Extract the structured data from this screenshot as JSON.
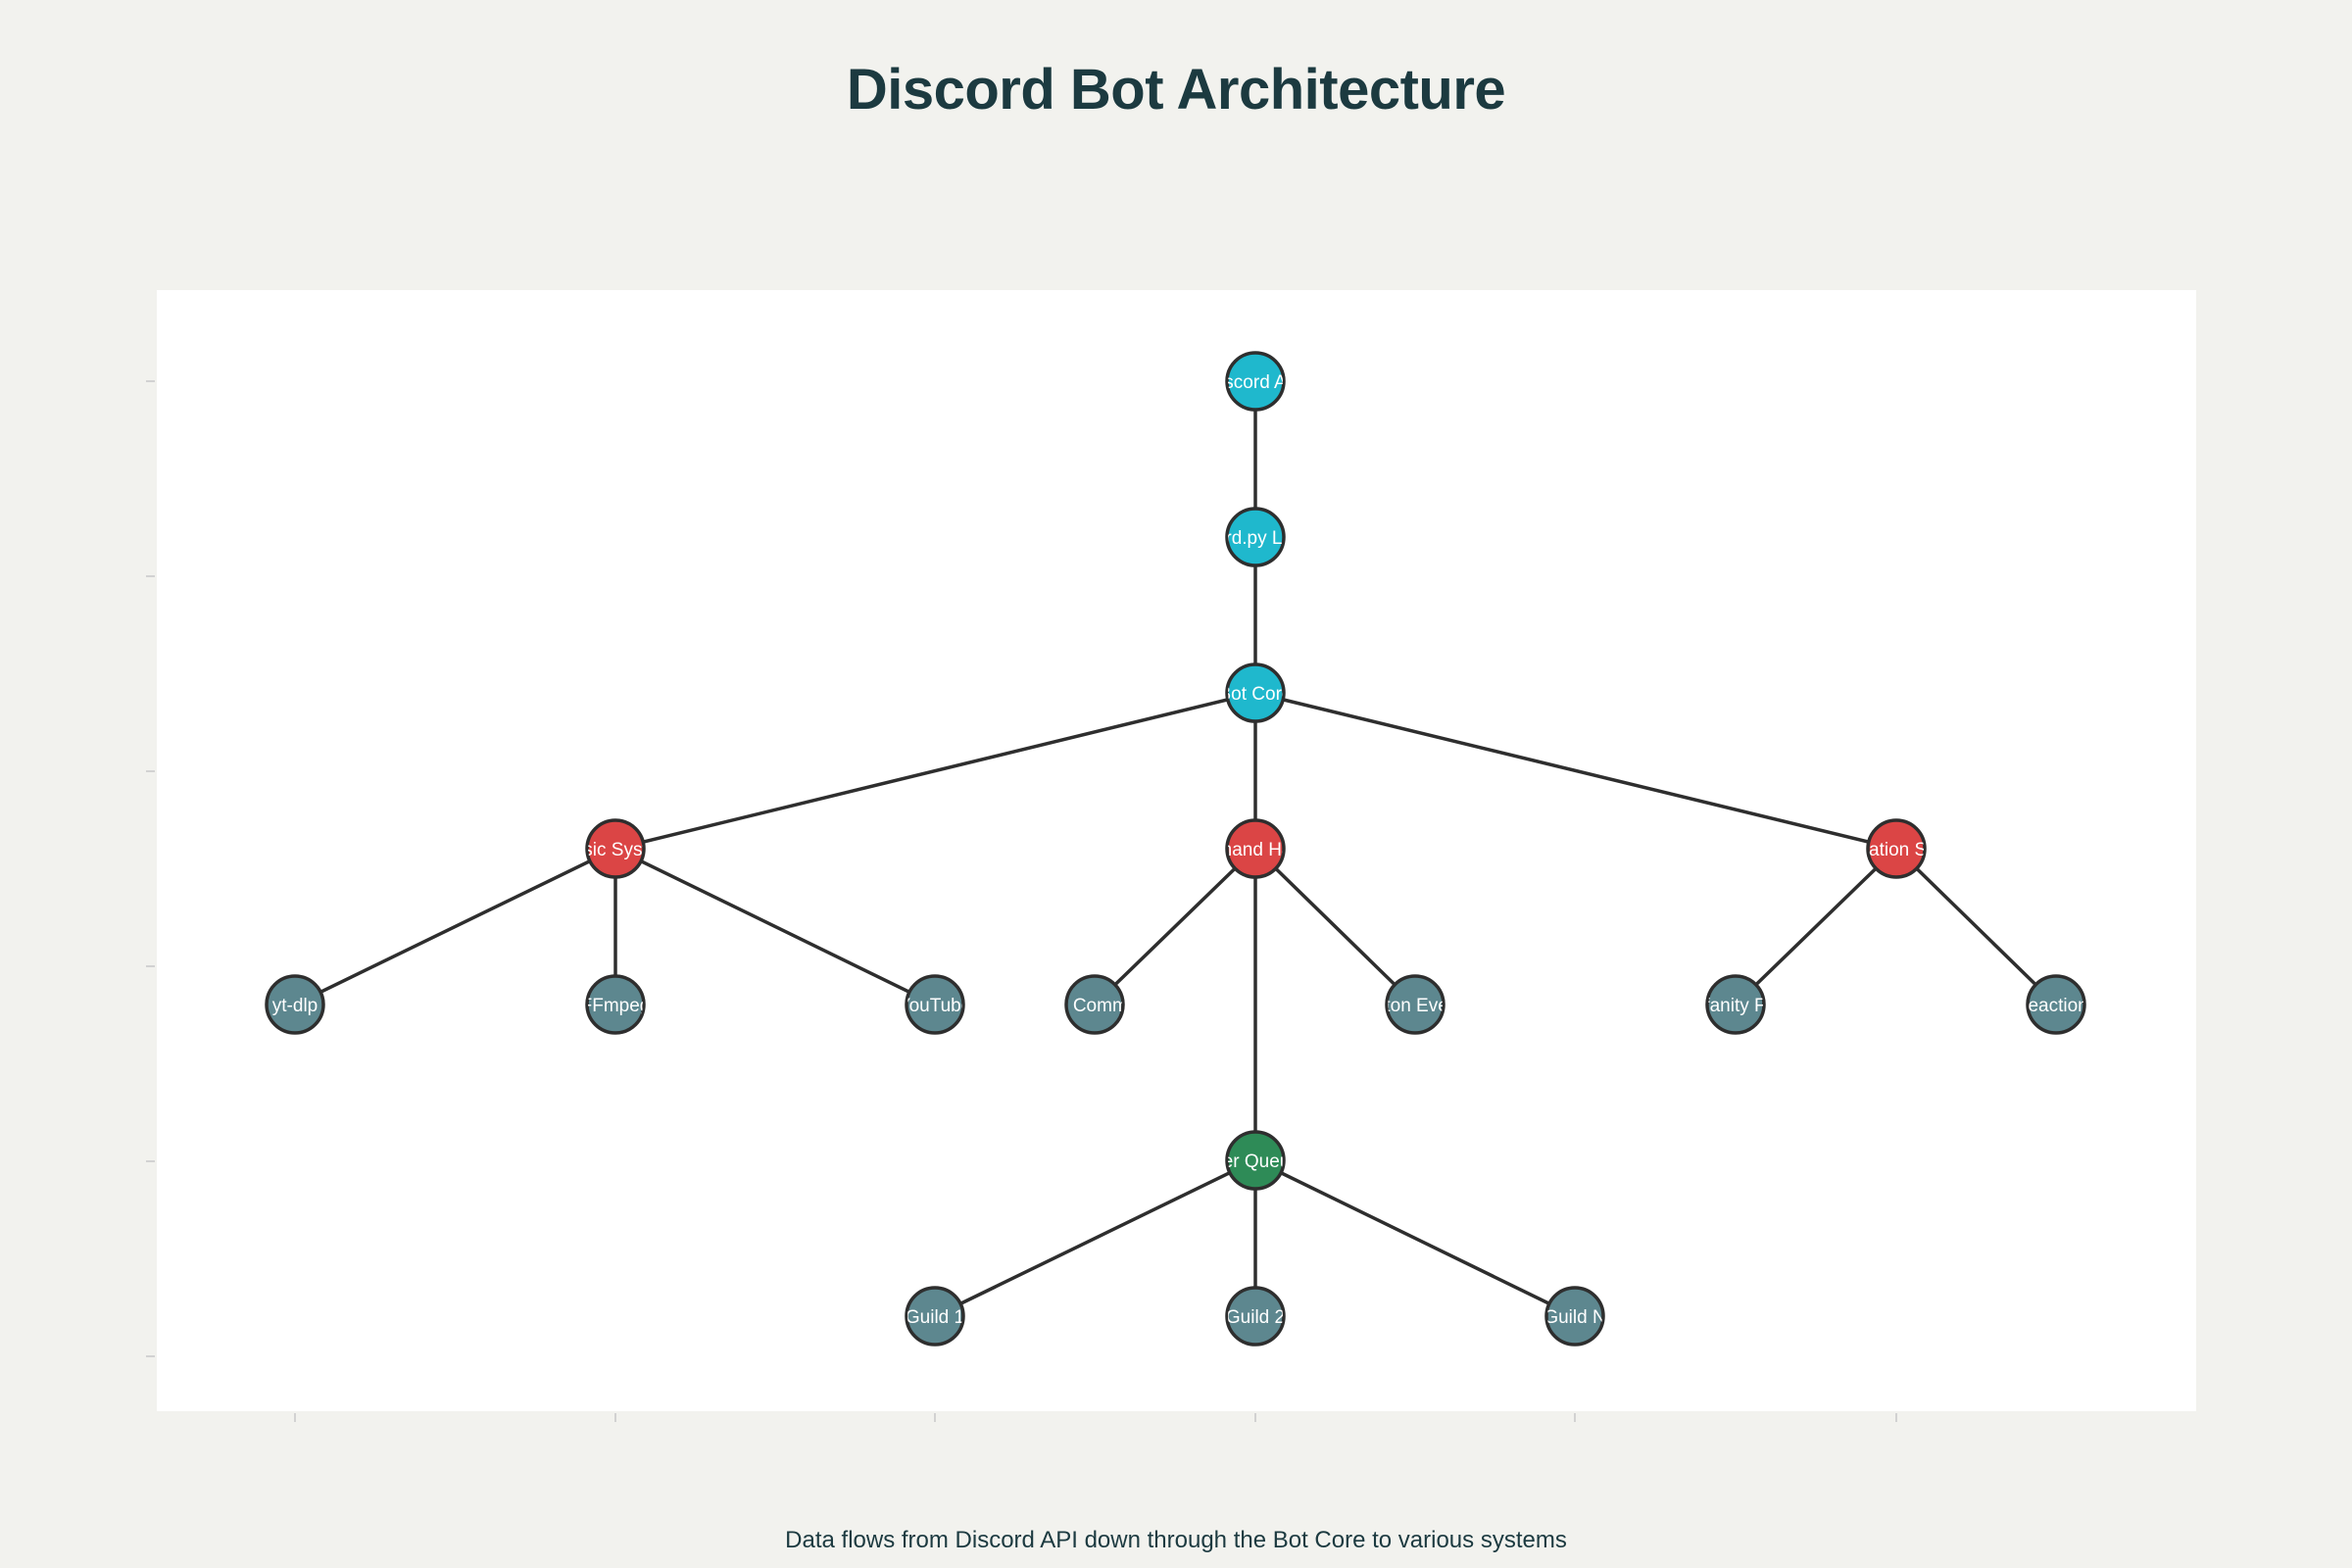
{
  "title": "Discord Bot Architecture",
  "caption": "Data flows from Discord API down through the Bot Core to various systems",
  "colors": {
    "page_background": "#f2f2ee",
    "plot_background": "#ffffff",
    "edge": "#2e2e2e",
    "node_outline": "#2e2e2e",
    "tier_core": "#1fb8cd",
    "tier_system": "#db4545",
    "tier_component": "#5d878f",
    "tier_queue": "#2e8b57",
    "label": "#ffffff",
    "title": "#1c3a40"
  },
  "nodes": [
    {
      "id": "discord_api",
      "label": "Discord API",
      "tier": "core"
    },
    {
      "id": "discordpy",
      "label": "discord.py Library",
      "tier": "core"
    },
    {
      "id": "bot_core",
      "label": "Bot Core",
      "tier": "core"
    },
    {
      "id": "music",
      "label": "Music System",
      "tier": "system"
    },
    {
      "id": "command",
      "label": "Command Handler",
      "tier": "system"
    },
    {
      "id": "moderation",
      "label": "Moderation System",
      "tier": "system"
    },
    {
      "id": "ytdlp",
      "label": "yt-dlp",
      "tier": "component"
    },
    {
      "id": "ffmpeg",
      "label": "FFmpeg",
      "tier": "component"
    },
    {
      "id": "youtube",
      "label": "YouTube",
      "tier": "component"
    },
    {
      "id": "slash",
      "label": "Slash Commands",
      "tier": "component"
    },
    {
      "id": "button",
      "label": "Button Events",
      "tier": "component"
    },
    {
      "id": "profanity",
      "label": "Profanity Filter",
      "tier": "component"
    },
    {
      "id": "reactions",
      "label": "Reactions",
      "tier": "component"
    },
    {
      "id": "queue",
      "label": "Per Queue",
      "tier": "queue"
    },
    {
      "id": "guild1",
      "label": "Guild 1",
      "tier": "component"
    },
    {
      "id": "guild2",
      "label": "Guild 2",
      "tier": "component"
    },
    {
      "id": "guildn",
      "label": "Guild N",
      "tier": "component"
    }
  ],
  "edges": [
    [
      "discord_api",
      "discordpy"
    ],
    [
      "discordpy",
      "bot_core"
    ],
    [
      "bot_core",
      "music"
    ],
    [
      "bot_core",
      "command"
    ],
    [
      "bot_core",
      "moderation"
    ],
    [
      "music",
      "ytdlp"
    ],
    [
      "music",
      "ffmpeg"
    ],
    [
      "music",
      "youtube"
    ],
    [
      "command",
      "slash"
    ],
    [
      "command",
      "button"
    ],
    [
      "command",
      "queue"
    ],
    [
      "moderation",
      "profanity"
    ],
    [
      "moderation",
      "reactions"
    ],
    [
      "queue",
      "guild1"
    ],
    [
      "queue",
      "guild2"
    ],
    [
      "queue",
      "guildn"
    ]
  ]
}
